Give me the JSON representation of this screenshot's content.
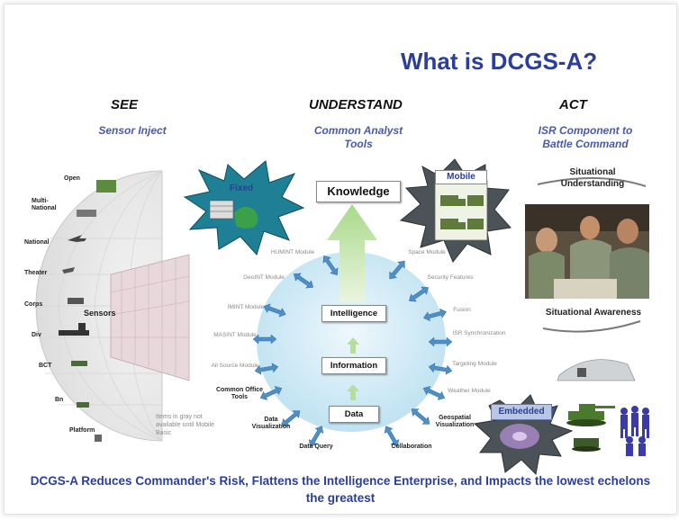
{
  "title": "What is DCGS-A?",
  "columns": {
    "see": {
      "heading": "SEE",
      "sub": "Sensor Inject"
    },
    "understand": {
      "heading": "UNDERSTAND",
      "sub": "Common Analyst Tools"
    },
    "act": {
      "heading": "ACT",
      "sub": "ISR Component to Battle Command"
    }
  },
  "echelons": [
    "Open",
    "Multi-National",
    "National",
    "Theater",
    "Corps",
    "Div",
    "BCT",
    "Bn",
    "Platform"
  ],
  "sensors_label": "Sensors",
  "fixed_label": "Fixed",
  "mobile_label": "Mobile",
  "embedded_label": "Embedded",
  "knowledge_label": "Knowledge",
  "stack": {
    "intelligence": "Intelligence",
    "information": "Information",
    "data": "Data"
  },
  "modules_left": [
    "HUMINT Module",
    "GeoINT Module",
    "IMINT Module",
    "MASINT Module",
    "All Source Module",
    "Common Office Tools",
    "Data Visualization",
    "Data Query"
  ],
  "modules_right": [
    "Space Module",
    "Security Features",
    "Fusion",
    "ISR Synchronization",
    "Targeting Module",
    "Weather Module",
    "Geospatial Visualization",
    "Collaboration"
  ],
  "gray_note": "Items in gray not available until Mobile Basic",
  "situational_understanding": "Situational Understanding",
  "situational_awareness": "Situational Awareness",
  "footer": "DCGS-A Reduces Commander's Risk, Flattens the Intelligence Enterprise, and Impacts the lowest echelons the greatest",
  "colors": {
    "title": "#2b3e9a",
    "subtitle": "#4a5aa8",
    "circle": "#cfe9f5",
    "arrow_green": "#c9e6b5",
    "hub_arrow": "#4f8fc8"
  }
}
